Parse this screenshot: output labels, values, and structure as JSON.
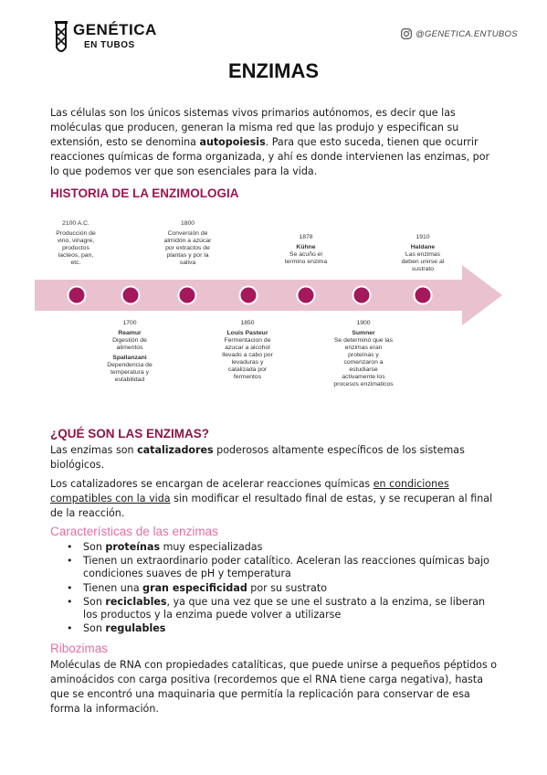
{
  "header": {
    "logo_title": "GENÉTICA",
    "logo_sub": "EN TUBOS",
    "instagram_icon": "instagram-icon",
    "instagram_handle": "@GENETICA.ENTUBOS"
  },
  "page_title": "ENZIMAS",
  "intro": {
    "p1": "Las células son los únicos sistemas vivos primarios autónomos, es decir que las moléculas que producen, generan la misma red que las produjo y especifican su extensión, esto se denomina ",
    "bold": "autopoiesis",
    "p2": ". Para que esto suceda, tienen que ocurrir reacciones químicas de forma organizada, y ahí es donde intervienen las enzimas, por lo que podemos ver que son esenciales para la vida."
  },
  "history": {
    "heading": "HISTORIA DE LA ENZIMOLOGIA",
    "top": [
      {
        "year": "2100 A.C.",
        "text": "Producción de vino, vinagre, productos lacteos, pan, etc."
      },
      {
        "year": "1800",
        "text": "Conversión de almidón a azúcar por extractos de plantas y por la saliva"
      },
      {
        "year": "1878",
        "name": "Kühne",
        "text": "Se acuño el termino enzima"
      },
      {
        "year": "1910",
        "name": "Haldane",
        "text": "Las enzimas deben unirse al sustrato"
      }
    ],
    "bottom": [
      {
        "year": "1700",
        "name": "Reamur",
        "text": "Digestión de alimentos",
        "name2": "Spallanzani",
        "text2": "Dependencia de temperatura y estabilidad"
      },
      {
        "year": "1850",
        "name": "Louis Pasteur",
        "text": "Fermentacion de azucar a alcohol llevado a cabo por levaduras y catalizada por fermentos"
      },
      {
        "year": "1900",
        "name": "Sumner",
        "text": "Se determinó que las enzimas eran proteínas y comenzaron a estudiarse activamente los procesos enzimaticos"
      }
    ],
    "colors": {
      "arrow": "#eac2cf",
      "dot": "#a4185c"
    }
  },
  "que": {
    "heading": "¿QUÉ SON LAS ENZIMAS?",
    "p1a": "Las enzimas son ",
    "p1b": "catalizadores",
    "p1c": " poderosos altamente específicos de los sistemas biológicos.",
    "p2a": "Los catalizadores se encargan de acelerar reacciones químicas ",
    "p2b": "en condiciones compatibles con la vida",
    "p2c": " sin modificar el resultado final de estas, y se recuperan al final de la reacción."
  },
  "caracteristicas": {
    "heading": "Características de las enzimas",
    "items": [
      {
        "a": "Son ",
        "b": "proteínas",
        "c": " muy especializadas"
      },
      {
        "a": "Tienen un extraordinario poder catalítico. Aceleran las reacciones químicas bajo condiciones suaves de pH y temperatura",
        "b": "",
        "c": ""
      },
      {
        "a": "Tienen una ",
        "b": "gran especificidad",
        "c": " por su sustrato"
      },
      {
        "a": "Son ",
        "b": "reciclables",
        "c": ", ya que una vez que se une el sustrato a la enzima, se liberan los productos y la enzima puede volver a utilizarse"
      },
      {
        "a": "Son ",
        "b": "regulables",
        "c": ""
      }
    ]
  },
  "ribozimas": {
    "heading": "Ribozimas",
    "text": "Moléculas de RNA con propiedades catalíticas, que puede unirse a pequeños péptidos o aminoácidos con carga positiva (recordemos que el RNA tiene carga negativa), hasta que se encontró una maquinaria que permitía la replicación para conservar de esa forma la información."
  }
}
